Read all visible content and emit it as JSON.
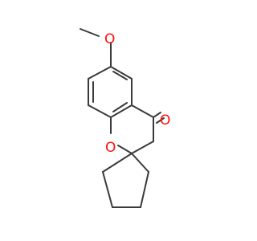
{
  "molecule": {
    "atom_labels": {
      "methoxy_oxygen": "O",
      "ring_oxygen": "O",
      "carbonyl_oxygen": "O"
    },
    "colors": {
      "bond": "#3a3a3a",
      "oxygen": "#ff0d0d",
      "background": "#ffffff"
    }
  }
}
